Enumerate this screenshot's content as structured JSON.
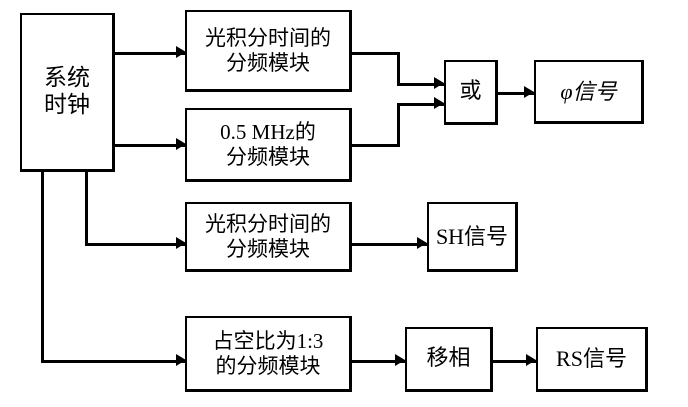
{
  "diagram": {
    "title": "系统时钟分频与信号生成框图",
    "colors": {
      "line": "#000000",
      "box_fill": "#ffffff",
      "background": "#ffffff"
    },
    "blocks": [
      {
        "id": "system-clock",
        "lines": [
          "系统",
          "时钟"
        ],
        "script": "cjk"
      },
      {
        "id": "int-time-divider-1",
        "lines": [
          "光积分时间的",
          "分频模块"
        ],
        "script": "cjk"
      },
      {
        "id": "mhz-divider",
        "lines": [
          "0.5 MHz的",
          "分频模块"
        ],
        "script": "mix"
      },
      {
        "id": "or-gate",
        "lines": [
          "或"
        ],
        "script": "cjk"
      },
      {
        "id": "phi-signal",
        "lines": [
          "φ信号"
        ],
        "script": "phi"
      },
      {
        "id": "int-time-divider-2",
        "lines": [
          "光积分时间的",
          "分频模块"
        ],
        "script": "cjk"
      },
      {
        "id": "sh-signal",
        "lines": [
          "SH信号"
        ],
        "script": "mix"
      },
      {
        "id": "duty-divider",
        "lines": [
          "占空比为1:3",
          "的分频模块"
        ],
        "script": "mix"
      },
      {
        "id": "phase-shift",
        "lines": [
          "移相"
        ],
        "script": "cjk"
      },
      {
        "id": "rs-signal",
        "lines": [
          "RS信号"
        ],
        "script": "mix"
      }
    ],
    "labels": {
      "system_clock_l1": "系统",
      "system_clock_l2": "时钟",
      "int_time_1_l1": "光积分时间的",
      "int_time_1_l2": "分频模块",
      "mhz_l1": "0.5 MHz的",
      "mhz_l2": "分频模块",
      "or_gate": "或",
      "phi_signal": "φ信号",
      "int_time_2_l1": "光积分时间的",
      "int_time_2_l2": "分频模块",
      "sh_signal": "SH信号",
      "duty_l1": "占空比为1:3",
      "duty_l2": "的分频模块",
      "phase_shift": "移相",
      "rs_signal": "RS信号"
    }
  }
}
